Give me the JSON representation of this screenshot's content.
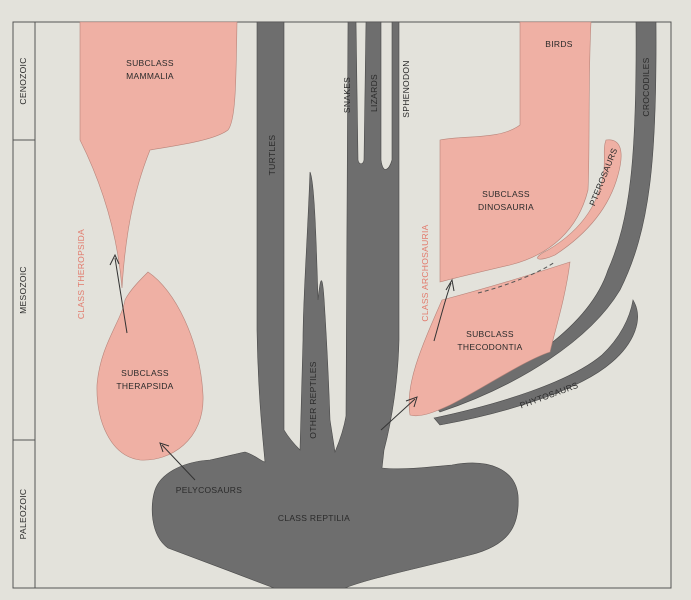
{
  "colors": {
    "paper": "#e3e2db",
    "frame": "#555555",
    "pink": "#efb0a4",
    "pink_stroke": "#b8847a",
    "gray": "#6e6e6e",
    "gray_stroke": "#4a4a4a",
    "red_text": "#e27a6c",
    "text": "#2a2a2a"
  },
  "eras": {
    "cenozoic": "CENOZOIC",
    "mesozoic": "MESOZOIC",
    "paleozoic": "PALEOZOIC"
  },
  "labels": {
    "mammalia_1": "SUBCLASS",
    "mammalia_2": "MAMMALIA",
    "therapsida_1": "SUBCLASS",
    "therapsida_2": "THERAPSIDA",
    "class_theropsida": "CLASS THEROPSIDA",
    "pelycosaurs": "PELYCOSAURS",
    "class_reptilia": "CLASS REPTILIA",
    "turtles": "TURTLES",
    "other_reptiles": "OTHER REPTILES",
    "snakes": "SNAKES",
    "lizards": "LIZARDS",
    "sphenodon": "SPHENODON",
    "birds": "BIRDS",
    "crocodiles": "CROCODILES",
    "pterosaurs": "PTEROSAURS",
    "dinosauria_1": "SUBCLASS",
    "dinosauria_2": "DINOSAURIA",
    "class_archosauria": "CLASS ARCHOSAURIA",
    "thecodontia_1": "SUBCLASS",
    "thecodontia_2": "THECODONTIA",
    "phytosaurs": "PHYTOSAURS"
  }
}
